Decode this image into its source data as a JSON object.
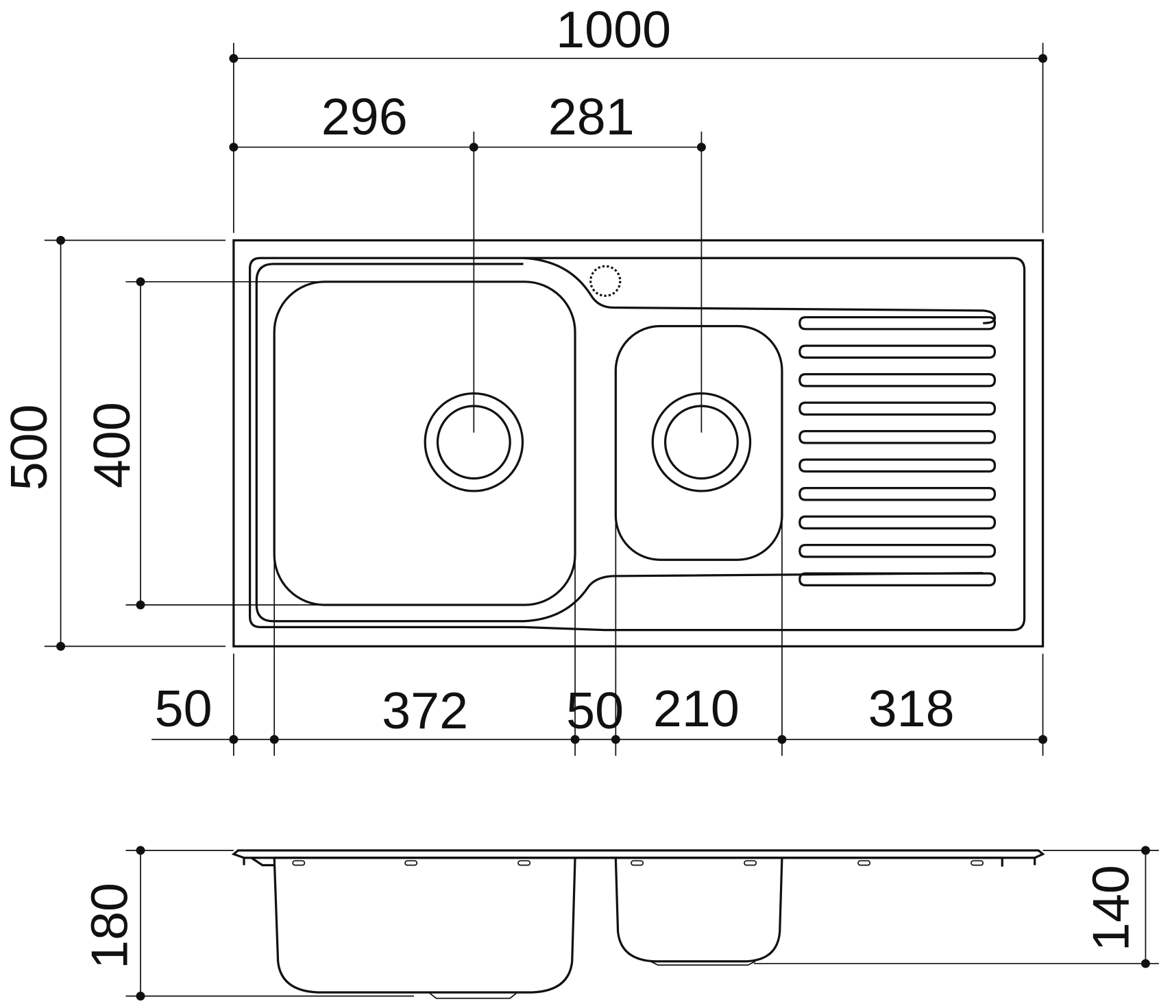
{
  "drawing": {
    "units": "mm",
    "plan_view": {
      "overall_width": "1000",
      "edge_to_main_drain": "296",
      "main_drain_to_half_drain": "281",
      "overall_depth": "500",
      "bowl_depth": "400",
      "left_margin": "50",
      "main_bowl_width": "372",
      "bowl_gap": "50",
      "half_bowl_width": "210",
      "drainer_width": "318"
    },
    "side_view": {
      "main_bowl_depth": "180",
      "half_bowl_depth": "140"
    }
  }
}
